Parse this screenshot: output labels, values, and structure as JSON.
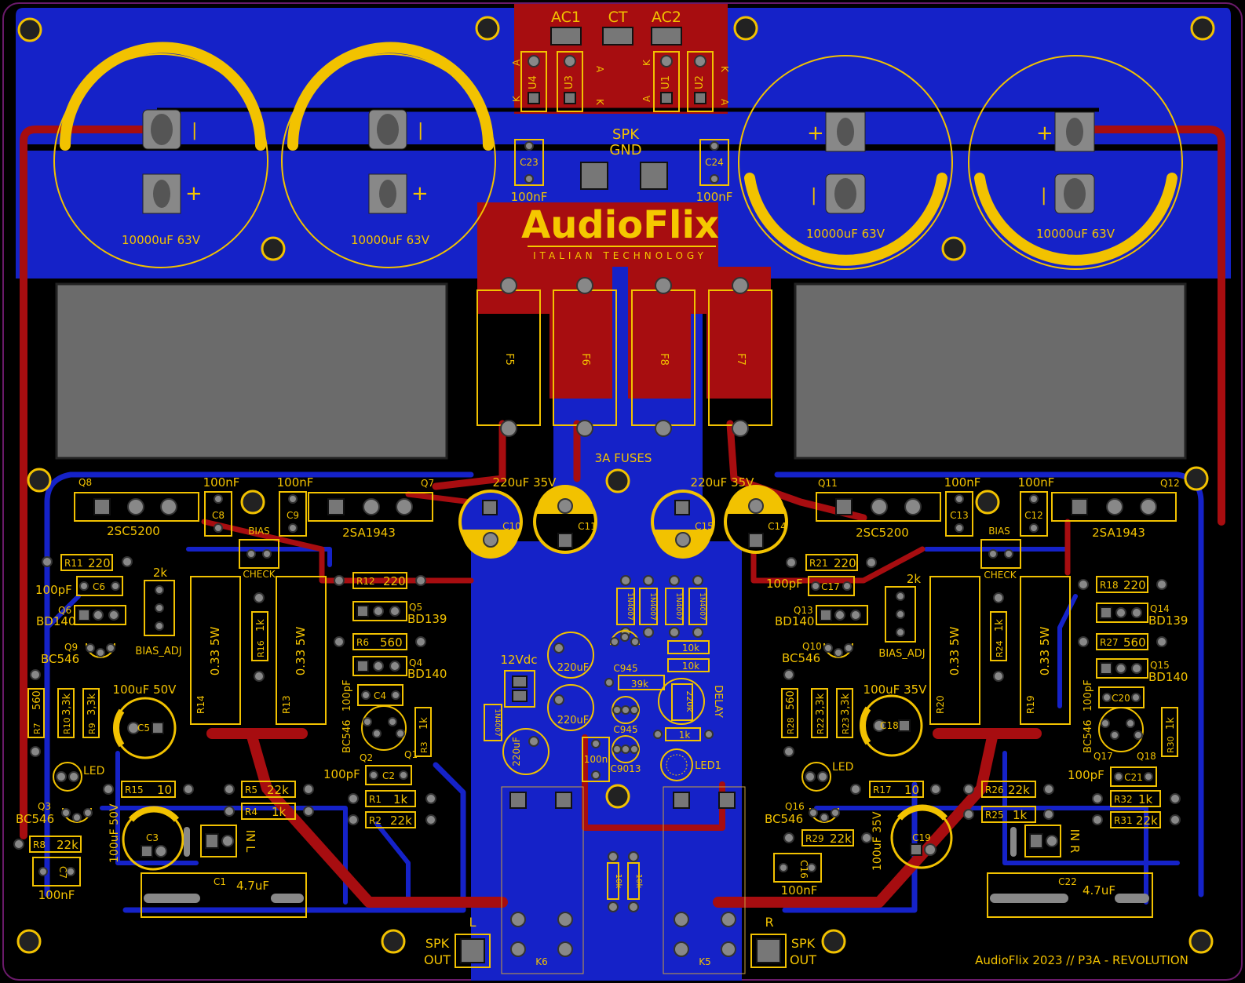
{
  "board": {
    "brand": "AudioFlix",
    "tagline": "ITALIAN TECHNOLOGY",
    "footer": "AudioFlix 2023 // P3A - REVOLUTION"
  },
  "power_in": [
    "AC1",
    "CT",
    "AC2"
  ],
  "spk_gnd": [
    "SPK",
    "GND"
  ],
  "rectifiers": [
    "U4",
    "U3",
    "U1",
    "U2"
  ],
  "rect_pins": [
    "A",
    "K"
  ],
  "big_caps": [
    "10000uF 63V",
    "10000uF 63V",
    "10000uF 63V",
    "10000uF 63V"
  ],
  "polarity": {
    "plus": "+",
    "minus": "|"
  },
  "small_caps_top": [
    {
      "ref": "C23",
      "value": "100nF"
    },
    {
      "ref": "C24",
      "value": "100nF"
    }
  ],
  "fuses": {
    "refs": [
      "F5",
      "F6",
      "F8",
      "F7"
    ],
    "label": "3A FUSES"
  },
  "rail_caps": [
    {
      "value": "220uF 35V",
      "refs": [
        "C10",
        "C11"
      ]
    },
    {
      "value": "220uF 35V",
      "refs": [
        "C15",
        "C14"
      ]
    }
  ],
  "left_channel": {
    "q8": "Q8",
    "q7": "Q7",
    "q8_part": "2SC5200",
    "q7_part": "2SA1943",
    "c8": "C8",
    "c9": "C9",
    "nf": "100nF",
    "bias": "BIAS",
    "check": "CHECK",
    "bias_adj": "BIAS_ADJ",
    "pot": "2k",
    "r11": "R11",
    "r11v": "220",
    "r12": "R12",
    "r12v": "220",
    "c6": "C6",
    "c6v": "100pF",
    "q6": "Q6",
    "q6p": "BD140",
    "q9": "Q9",
    "q9p": "BC546",
    "q5": "Q5",
    "q5p": "BD139",
    "r6": "R6",
    "r6v": "560",
    "q4": "Q4",
    "q4p": "BD140",
    "c4": "C4",
    "c4v": "100pF",
    "r14": "R14",
    "r13": "R13",
    "rw": "0.33 5W",
    "r16": "R16",
    "r16v": "1k",
    "r7": "R7",
    "r7v": "560",
    "r10": "R10",
    "r10v": "3,3k",
    "r9": "R9",
    "r9v": "3,3k",
    "c5": "C5",
    "c5v": "100uF 50V",
    "q2": "Q2",
    "q1": "Q1",
    "q12p": "BC546",
    "r3": "R3",
    "r3v": "1k",
    "led": "LED",
    "q3": "Q3",
    "q3p": "BC546",
    "r15": "R15",
    "r15v": "10",
    "r5": "R5",
    "r5v": "22k",
    "r4": "R4",
    "r4v": "1k",
    "c2": "C2",
    "c2v": "100pF",
    "r1": "R1",
    "r1v": "1k",
    "r2": "R2",
    "r2v": "22k",
    "c3": "C3",
    "c3v": "100uF 50V",
    "in": "IN L",
    "r8": "R8",
    "r8v": "22k",
    "c7": "C7",
    "c7v": "100nF",
    "c1": "C1",
    "c1v": "4.7uF",
    "out_ch": "L",
    "spk": "SPK",
    "out": "OUT"
  },
  "right_channel": {
    "q11": "Q11",
    "q12": "Q12",
    "q11_part": "2SC5200",
    "q12_part": "2SA1943",
    "c13": "C13",
    "c12": "C12",
    "nf": "100nF",
    "bias": "BIAS",
    "check": "CHECK",
    "bias_adj": "BIAS_ADJ",
    "pot": "2k",
    "r21": "R21",
    "r21v": "220",
    "c17": "C17",
    "c17v": "100pF",
    "q13": "Q13",
    "q13p": "BD140",
    "q10": "Q10",
    "q10p": "BC546",
    "r18": "R18",
    "r18v": "220",
    "q14": "Q14",
    "q14p": "BD139",
    "r27": "R27",
    "r27v": "560",
    "q15": "Q15",
    "q15p": "BD140",
    "c20": "C20",
    "c20v": "100pF",
    "r20": "R20",
    "r19": "R19",
    "rw": "0.33 5W",
    "r24": "R24",
    "r24v": "1k",
    "r28": "R28",
    "r28v": "560",
    "r22": "R22",
    "r22v": "3,3k",
    "r23": "R23",
    "r23v": "3,3k",
    "c18": "C18",
    "c18v": "100uF 35V",
    "q17": "Q17",
    "q18": "Q18",
    "q17p": "BC546",
    "r30": "R30",
    "r30v": "1k",
    "led": "LED",
    "q16": "Q16",
    "q16p": "BC546",
    "r17": "R17",
    "r17v": "10",
    "r26": "R26",
    "r26v": "22k",
    "r25": "R25",
    "r25v": "1k",
    "c21": "C21",
    "c21v": "100pF",
    "r32": "R32",
    "r32v": "1k",
    "r31": "R31",
    "r31v": "22k",
    "c19": "C19",
    "c19v": "100uF 35V",
    "in": "IN R",
    "r29": "R29",
    "r29v": "22k",
    "c16": "C16",
    "c16v": "100nF",
    "c22": "C22",
    "c22v": "4.7uF",
    "out_ch": "R",
    "spk": "SPK",
    "out": "OUT"
  },
  "protection": {
    "vdc": "12Vdc",
    "diodes": [
      "1N4007",
      "1N4007",
      "1N4007",
      "1N4007",
      "1N4007"
    ],
    "caps": [
      "220uF",
      "220uF",
      "220uF"
    ],
    "c945a": "C945",
    "c945b": "C945",
    "c9013": "C9013",
    "r39k": "39k",
    "r10k": "10k",
    "r1k": "1k",
    "r220k": "220k",
    "delay": "DELAY",
    "led1": "LED1",
    "c100n": "100n",
    "r10ka": "10k",
    "r10kb": "10k",
    "k6": "K6",
    "k5": "K5"
  },
  "colors": {
    "board": "#000000",
    "bottom_copper": "#1522c8",
    "top_copper": "#a70d10",
    "silk": "#f2c200",
    "pad": "#7a7a7a",
    "heatsink": "#6b6b6b"
  }
}
